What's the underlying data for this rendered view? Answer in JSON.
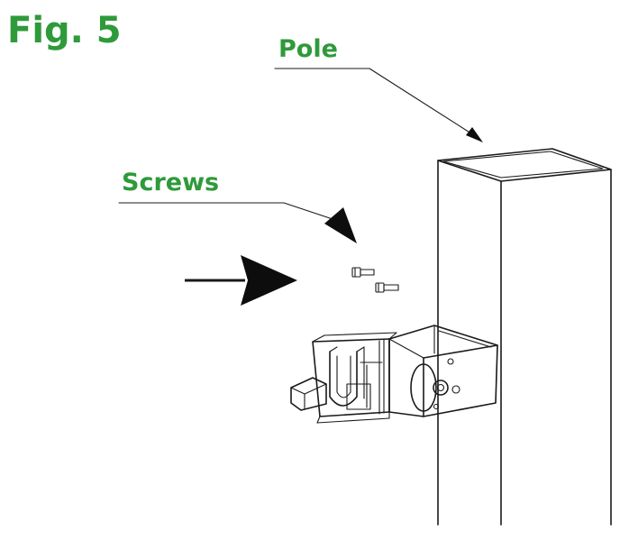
{
  "figure": {
    "title": "Fig. 5"
  },
  "labels": {
    "pole": "Pole",
    "screws": "Screws"
  },
  "colors": {
    "label": "#2e9a3a",
    "line": "#1a1a1a",
    "background": "#ffffff"
  }
}
